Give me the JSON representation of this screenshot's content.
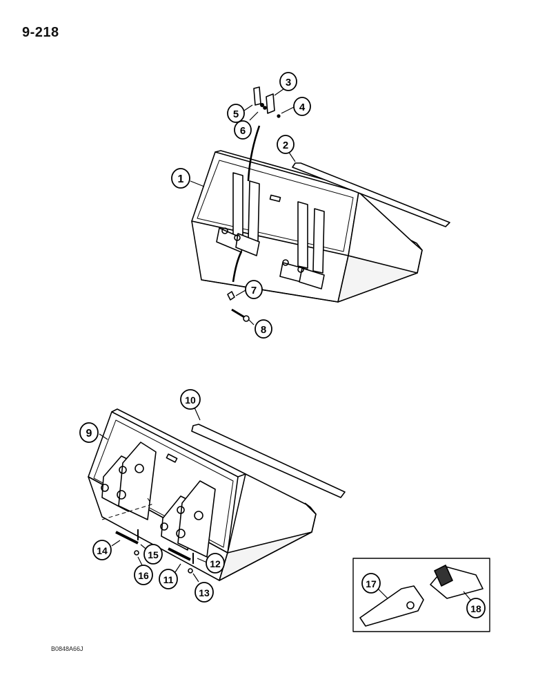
{
  "page_number": "9-218",
  "figure_code": "B0848A66J",
  "callouts": [
    "1",
    "2",
    "3",
    "4",
    "5",
    "6",
    "7",
    "8",
    "9",
    "10",
    "11",
    "12",
    "13",
    "14",
    "15",
    "16",
    "17",
    "18"
  ]
}
